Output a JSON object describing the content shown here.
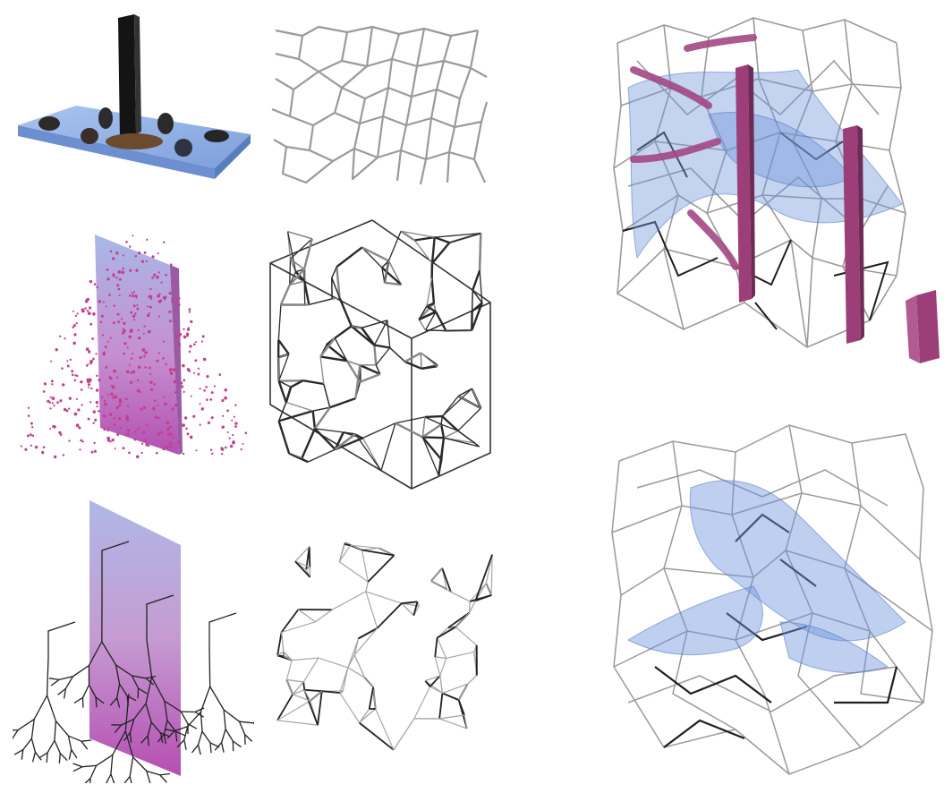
{
  "figure": {
    "panels": [
      {
        "id": "figures-on-slab",
        "icon": "figures-monolith-icon"
      },
      {
        "id": "voronoi-2d",
        "icon": "voronoi-pattern-icon"
      },
      {
        "id": "point-field",
        "icon": "point-cloud-icon"
      },
      {
        "id": "voronoi-3d-dense",
        "icon": "voronoi-lattice-icon"
      },
      {
        "id": "branching",
        "icon": "branching-tree-icon"
      },
      {
        "id": "voronoi-3d-sparse",
        "icon": "voronoi-lattice-icon"
      },
      {
        "id": "lattice-with-columns",
        "icon": "lattice-columns-icon"
      },
      {
        "id": "lattice-with-surfaces",
        "icon": "lattice-surfaces-icon"
      }
    ],
    "colors": {
      "magenta": "#9c3f78",
      "pink_point": "#c2418f",
      "blue": "#6f95dc",
      "slab_blue": "#8fb1e6",
      "line_dark": "#222222",
      "line_light": "#9a9a9a"
    }
  }
}
